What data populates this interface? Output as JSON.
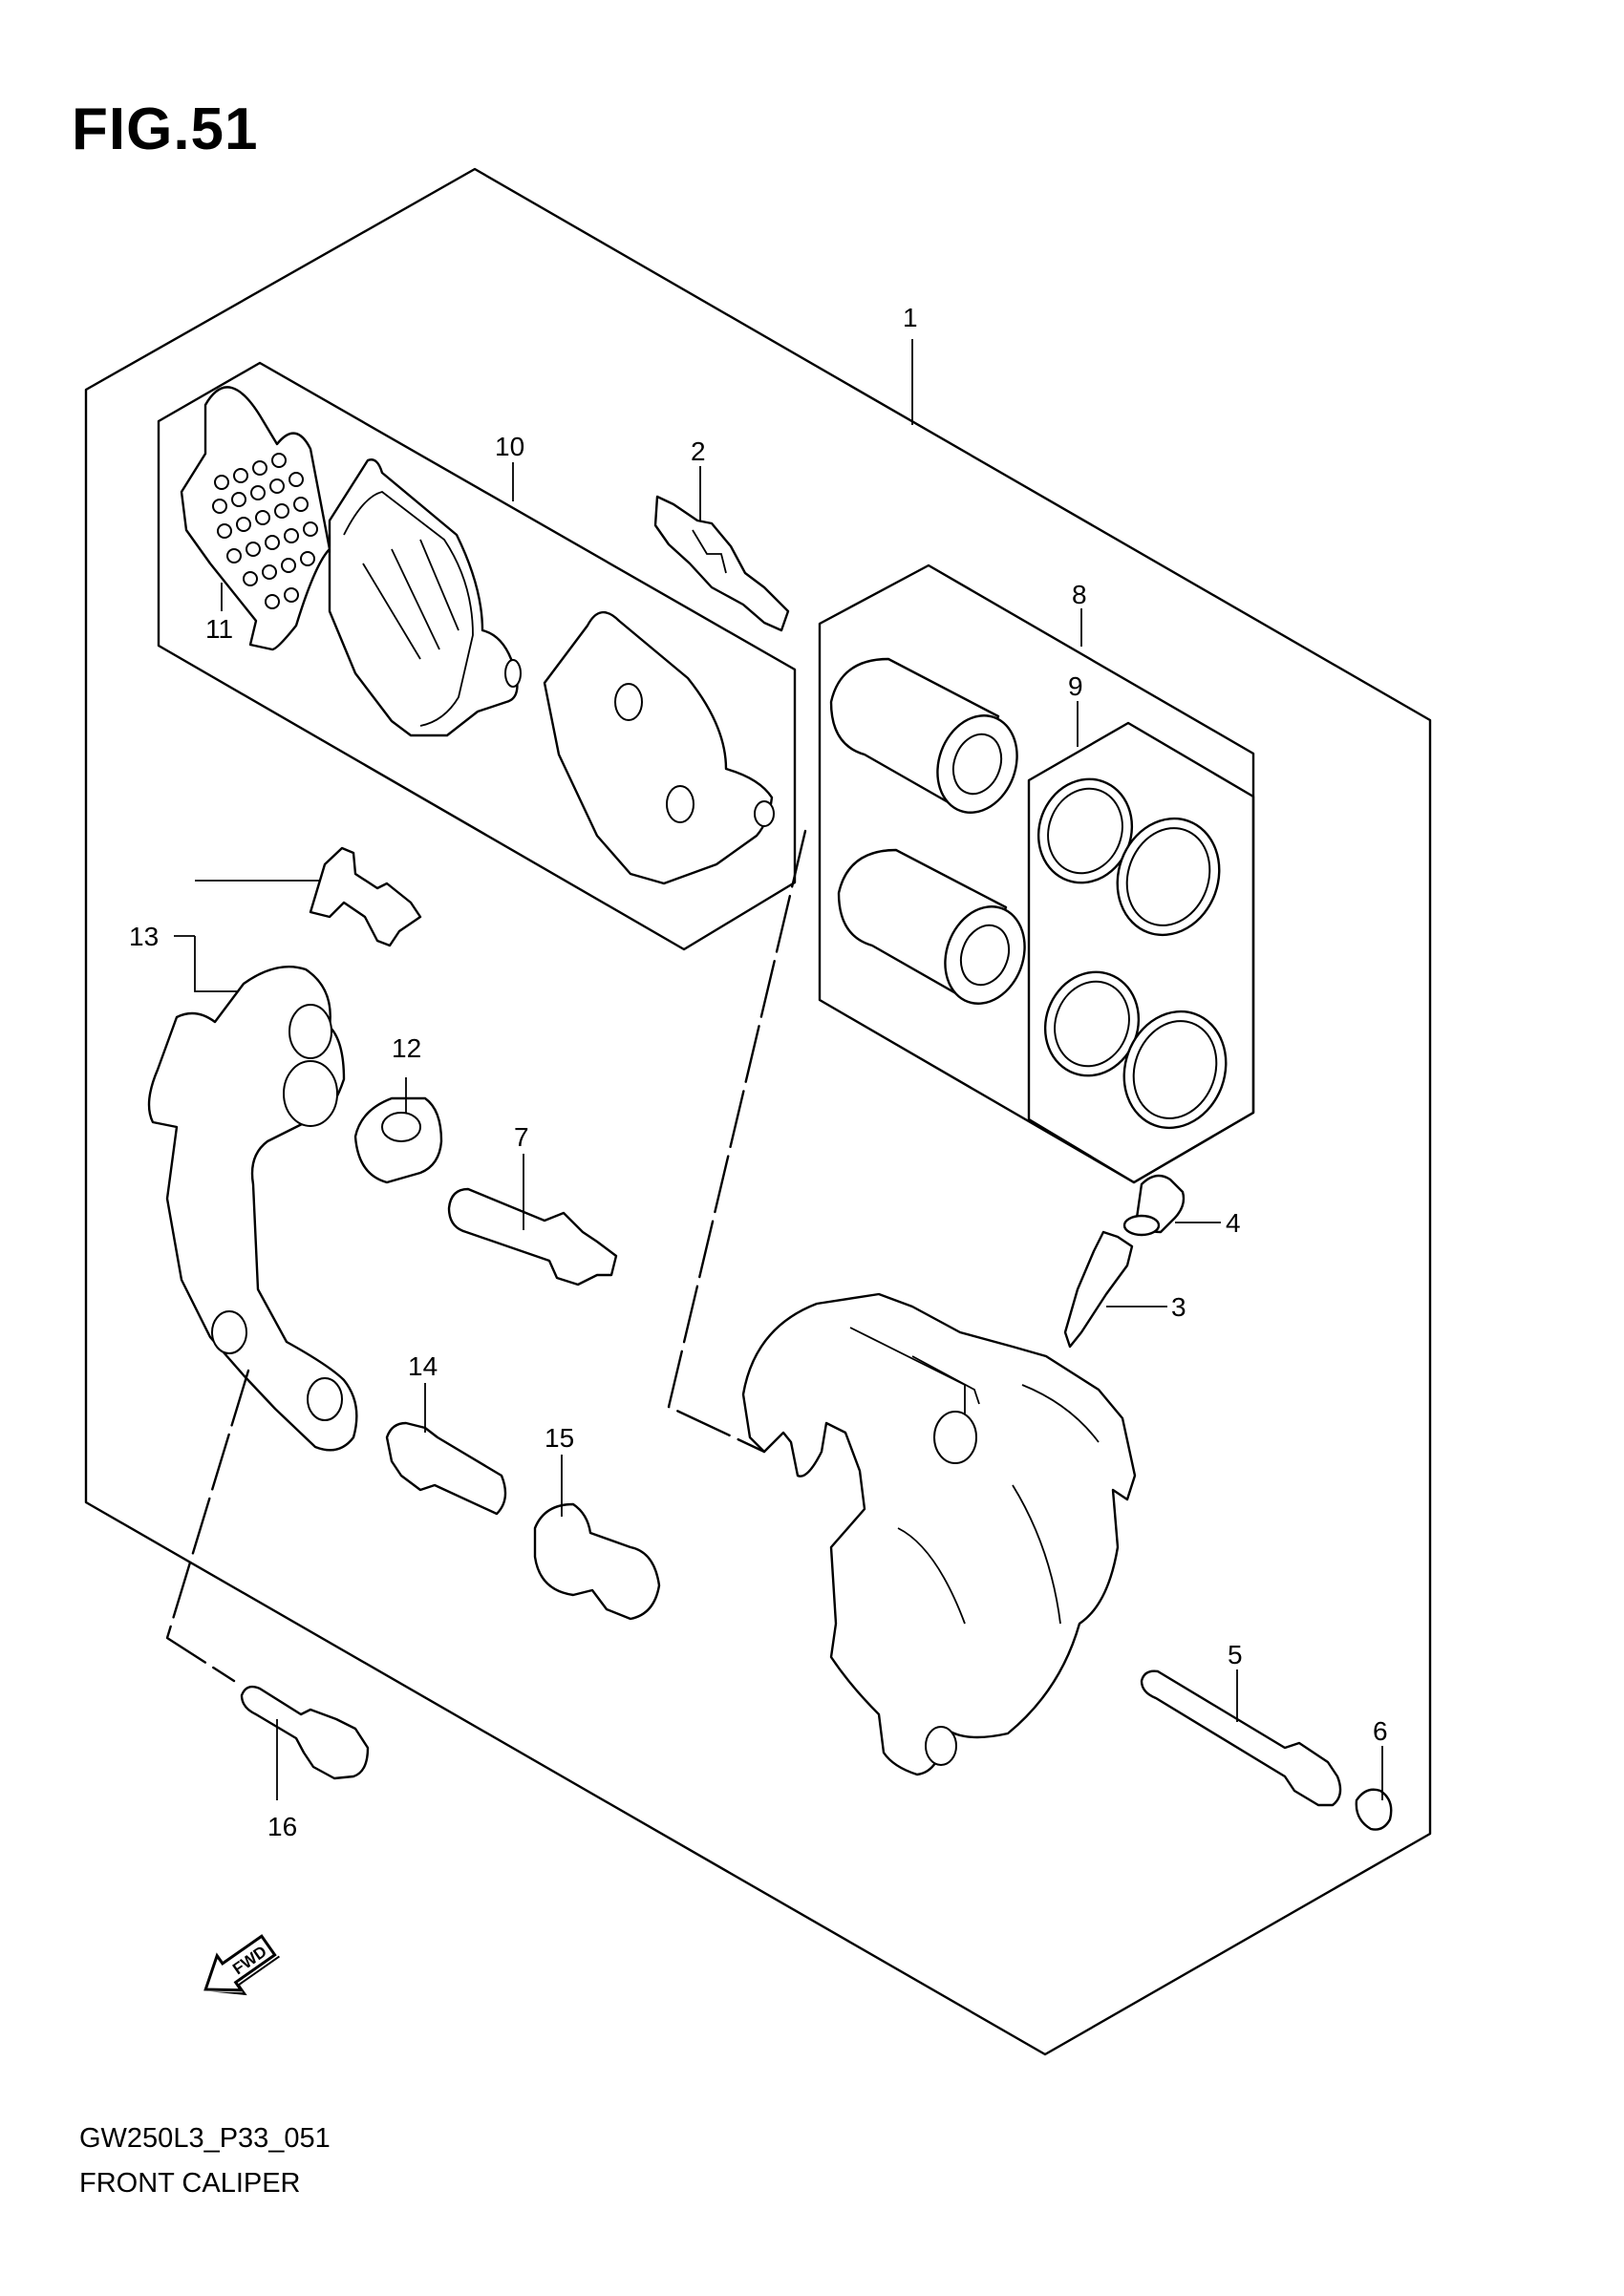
{
  "figure": {
    "title": "FIG.51",
    "code": "GW250L3_P33_051",
    "name": "FRONT CALIPER",
    "fwd_label": "FWD"
  },
  "callouts": [
    "1",
    "2",
    "3",
    "4",
    "5",
    "6",
    "7",
    "8",
    "9",
    "10",
    "11",
    "12",
    "13",
    "14",
    "15",
    "16"
  ]
}
